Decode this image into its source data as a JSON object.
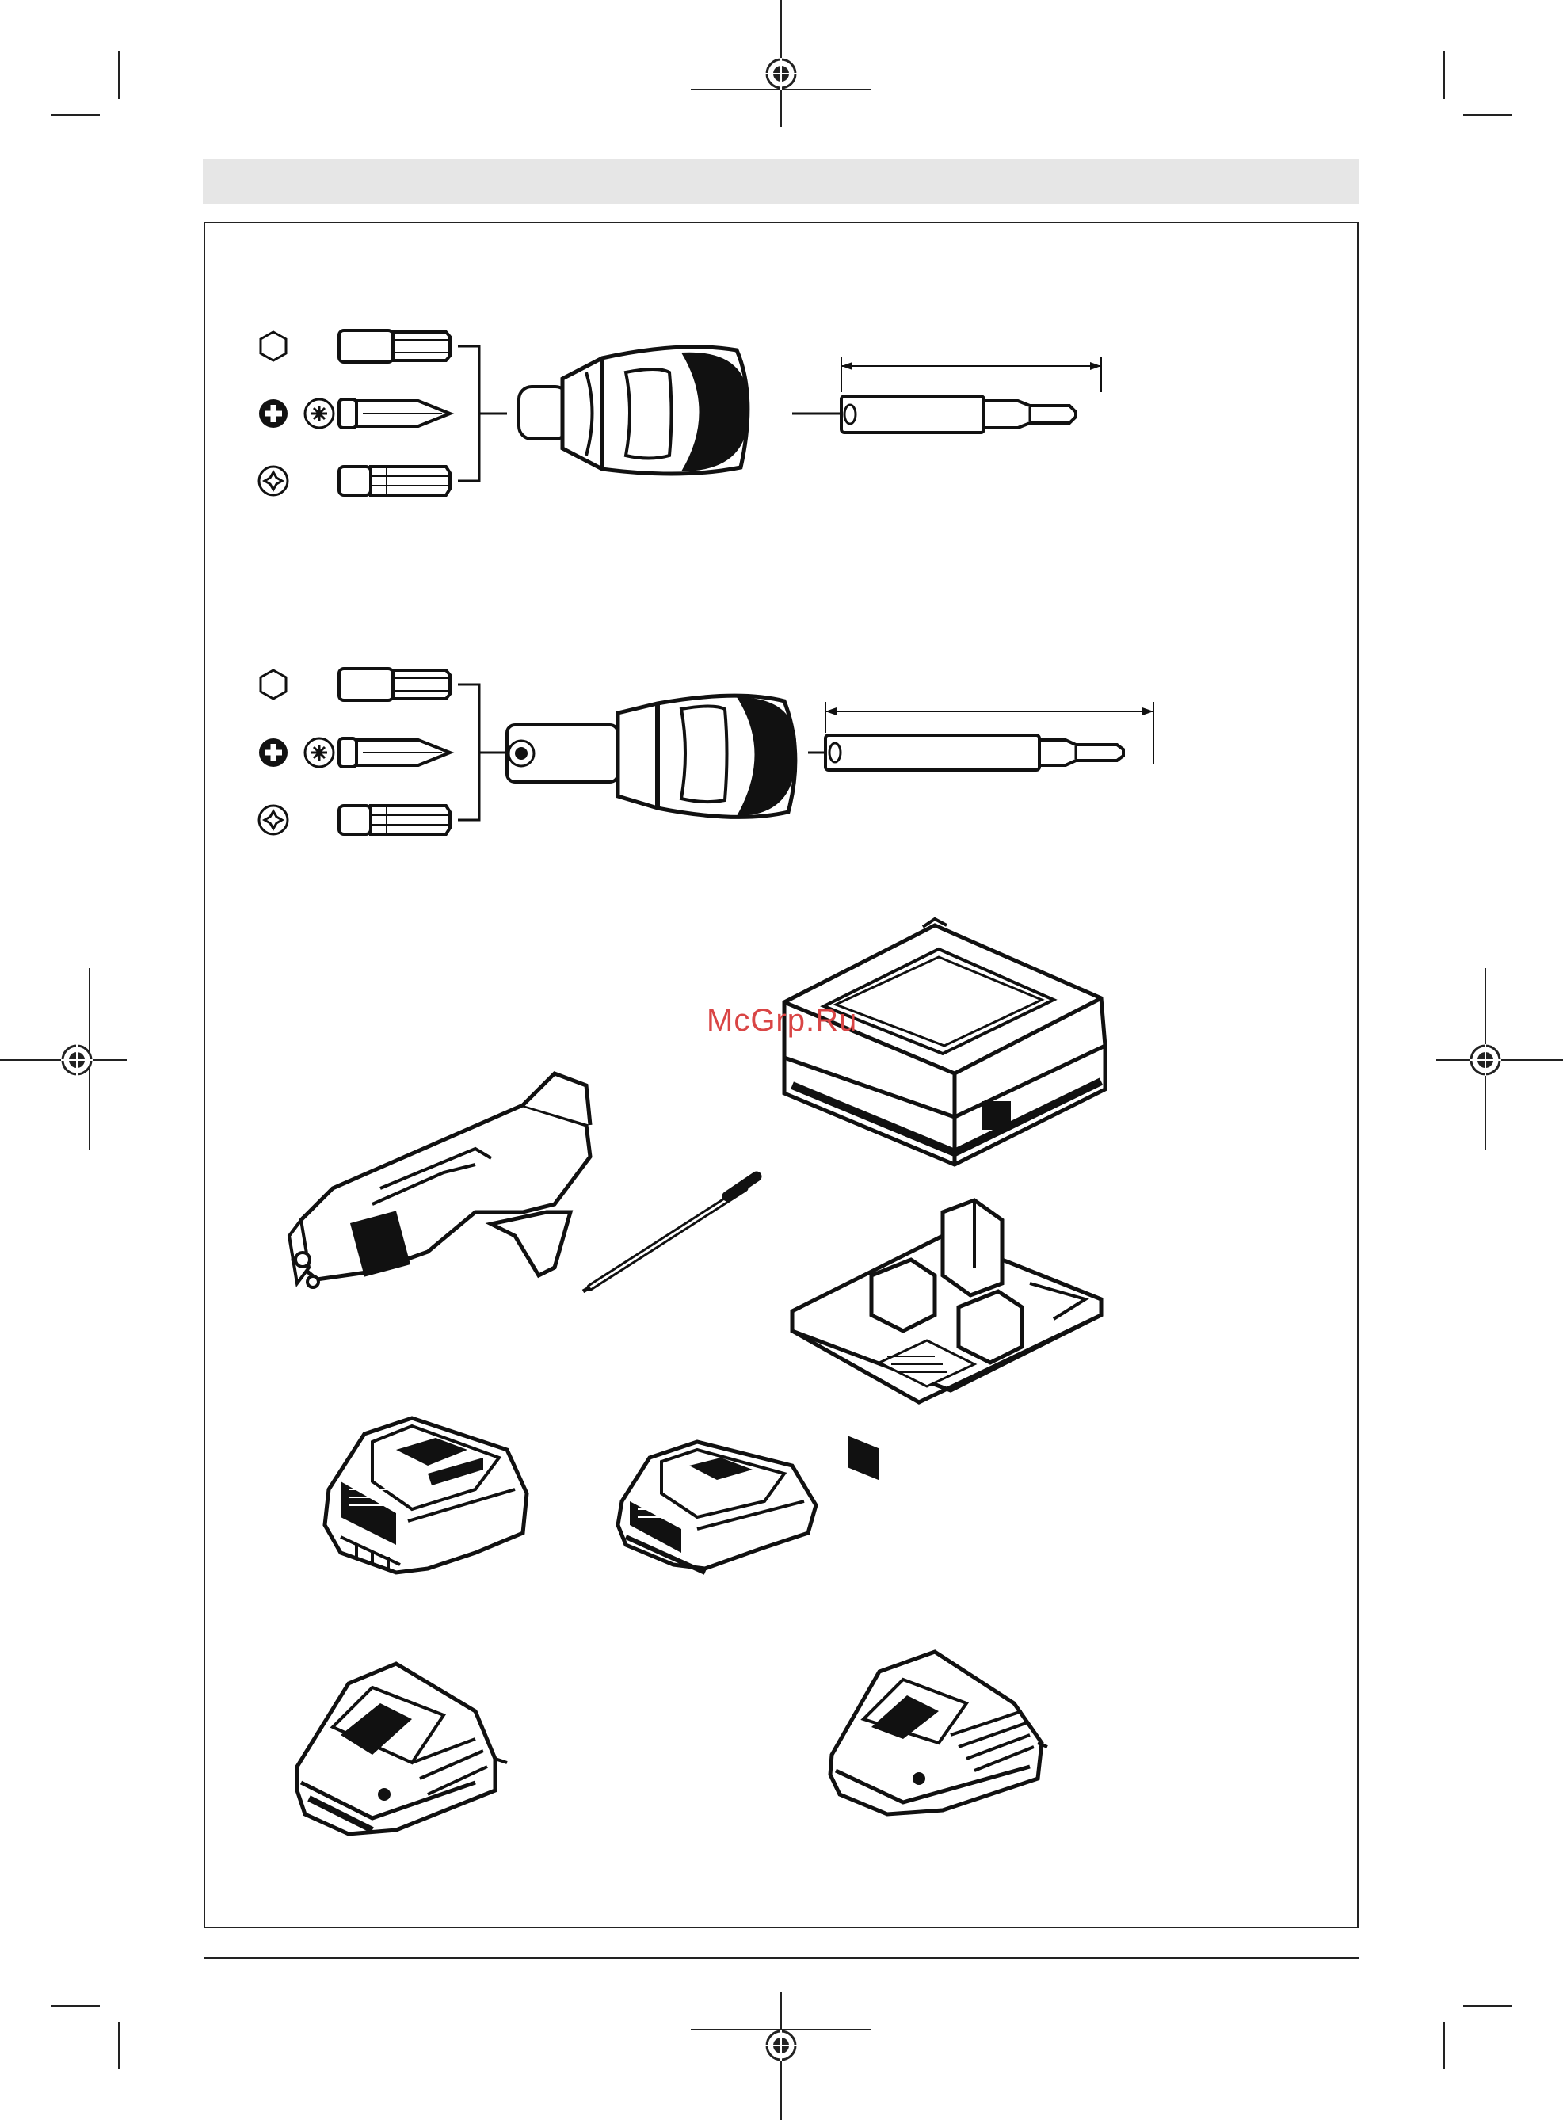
{
  "page": {
    "watermark": "McGrp.Ru"
  },
  "figure_groups": [
    {
      "group": "bit-set-short-holder",
      "items": [
        "hex-socket-icon",
        "phillips-icon",
        "pozidriv-icon",
        "torx-icon",
        "screwdriver-bit",
        "depth-stop-attachment",
        "bit-holder"
      ]
    },
    {
      "group": "bit-set-long-holder",
      "items": [
        "hex-socket-icon",
        "phillips-icon",
        "pozidriv-icon",
        "torx-icon",
        "screwdriver-bit",
        "depth-stop-attachment",
        "bit-holder"
      ]
    },
    {
      "group": "accessories",
      "items": [
        "screw-magazine-attachment",
        "long-screwdriver-bit",
        "carrying-case",
        "case-insert",
        "battery-pack-large",
        "battery-pack-compact",
        "charger-large",
        "charger-compact"
      ]
    }
  ]
}
